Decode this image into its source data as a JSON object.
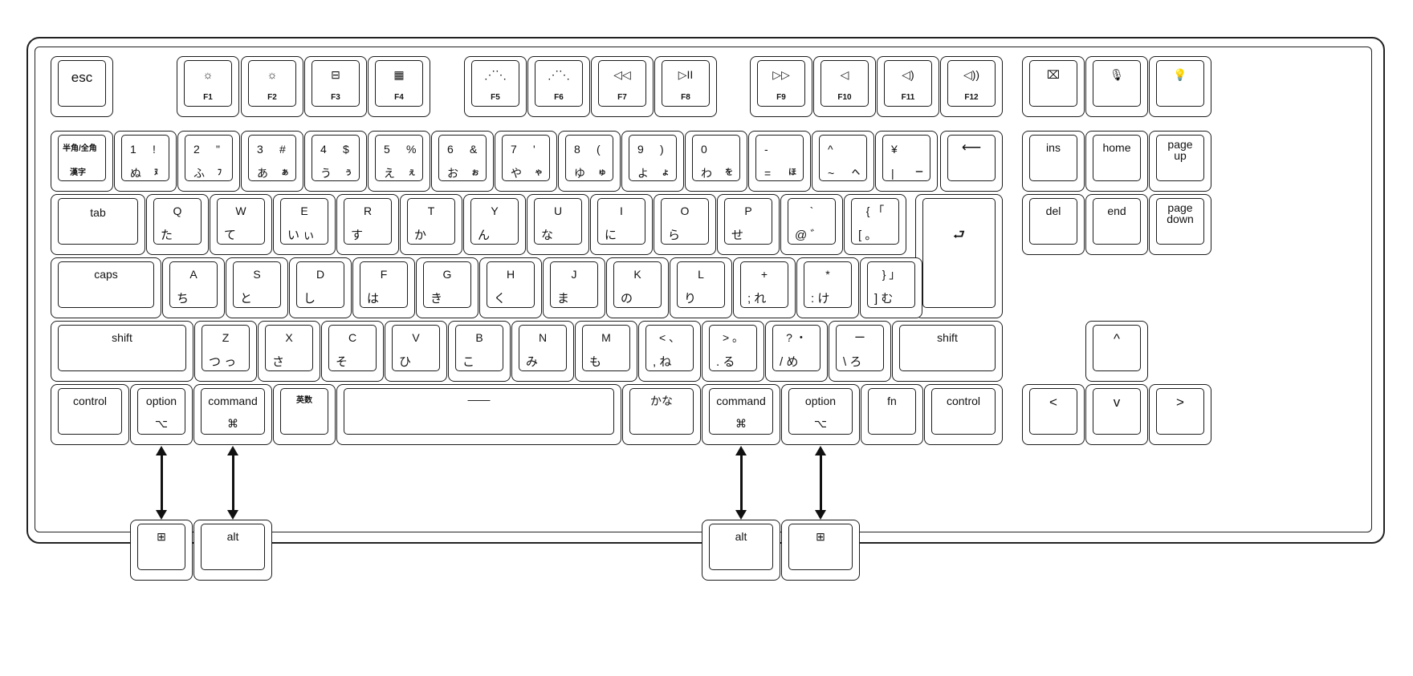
{
  "keys": {
    "esc": "esc",
    "f1": {
      "icon": "☼",
      "label": "F1"
    },
    "f2": {
      "icon": "☼",
      "label": "F2"
    },
    "f3": {
      "icon": "⊟",
      "label": "F3"
    },
    "f4": {
      "icon": "▦",
      "label": "F4"
    },
    "f5": {
      "icon": "⋰⋱",
      "label": "F5"
    },
    "f6": {
      "icon": "⋰⋱",
      "label": "F6"
    },
    "f7": {
      "icon": "◁◁",
      "label": "F7"
    },
    "f8": {
      "icon": "▷II",
      "label": "F8"
    },
    "f9": {
      "icon": "▷▷",
      "label": "F9"
    },
    "f10": {
      "icon": "◁",
      "label": "F10"
    },
    "f11": {
      "icon": "◁)",
      "label": "F11"
    },
    "f12": {
      "icon": "◁))",
      "label": "F12"
    },
    "screenshot": "⌧",
    "mic": "🎙",
    "light": "💡",
    "hankaku": {
      "a": "半角/全角",
      "b": "漢字"
    },
    "num": [
      {
        "a": "1",
        "b": "!",
        "c": "ぬ",
        "d": "ﾇ"
      },
      {
        "a": "2",
        "b": "\"",
        "c": "ふ",
        "d": "ﾌ"
      },
      {
        "a": "3",
        "b": "#",
        "c": "あ",
        "d": "ぁ"
      },
      {
        "a": "4",
        "b": "$",
        "c": "う",
        "d": "ぅ"
      },
      {
        "a": "5",
        "b": "%",
        "c": "え",
        "d": "ぇ"
      },
      {
        "a": "6",
        "b": "&",
        "c": "お",
        "d": "ぉ"
      },
      {
        "a": "7",
        "b": "'",
        "c": "や",
        "d": "ゃ"
      },
      {
        "a": "8",
        "b": "(",
        "c": "ゆ",
        "d": "ゅ"
      },
      {
        "a": "9",
        "b": ")",
        "c": "よ",
        "d": "ょ"
      },
      {
        "a": "0",
        "b": "",
        "c": "わ",
        "d": "を"
      },
      {
        "a": "-",
        "b": "",
        "c": "=",
        "d": "ほ"
      },
      {
        "a": "^",
        "b": "",
        "c": "~",
        "d": "へ"
      },
      {
        "a": "¥",
        "b": "",
        "c": "|",
        "d": "ー"
      }
    ],
    "backspace": "⟵",
    "ins": "ins",
    "home": "home",
    "pageup": "page\nup",
    "tab": "tab",
    "qrow": [
      {
        "a": "Q",
        "c": "た"
      },
      {
        "a": "W",
        "c": "て"
      },
      {
        "a": "E",
        "c": "い ぃ"
      },
      {
        "a": "R",
        "c": "す"
      },
      {
        "a": "T",
        "c": "か"
      },
      {
        "a": "Y",
        "c": "ん"
      },
      {
        "a": "U",
        "c": "な"
      },
      {
        "a": "I",
        "c": "に"
      },
      {
        "a": "O",
        "c": "ら"
      },
      {
        "a": "P",
        "c": "せ"
      },
      {
        "a": "`",
        "c": "@ ゛"
      },
      {
        "a": "{  「",
        "c": "[  。"
      }
    ],
    "enter": "⮐",
    "del": "del",
    "end": "end",
    "pagedown": "page\ndown",
    "caps": "caps",
    "arow": [
      {
        "a": "A",
        "c": "ち"
      },
      {
        "a": "S",
        "c": "と"
      },
      {
        "a": "D",
        "c": "し"
      },
      {
        "a": "F",
        "c": "は"
      },
      {
        "a": "G",
        "c": "き"
      },
      {
        "a": "H",
        "c": "く"
      },
      {
        "a": "J",
        "c": "ま"
      },
      {
        "a": "K",
        "c": "の"
      },
      {
        "a": "L",
        "c": "り"
      },
      {
        "a": "+",
        "c": ";  れ"
      },
      {
        "a": "*",
        "c": ":  け"
      },
      {
        "a": "}  」",
        "c": "]  む"
      }
    ],
    "shift_l": "shift",
    "zrow": [
      {
        "a": "Z",
        "c": "つ っ"
      },
      {
        "a": "X",
        "c": "さ"
      },
      {
        "a": "C",
        "c": "そ"
      },
      {
        "a": "V",
        "c": "ひ"
      },
      {
        "a": "B",
        "c": "こ"
      },
      {
        "a": "N",
        "c": "み"
      },
      {
        "a": "M",
        "c": "も"
      },
      {
        "a": "<  、",
        "c": ",  ね"
      },
      {
        "a": ">  。",
        "c": ".  る"
      },
      {
        "a": "?  ・",
        "c": "/  め"
      },
      {
        "a": "ー",
        "c": "\\  ろ"
      }
    ],
    "shift_r": "shift",
    "up": "^",
    "control_l": "control",
    "option_l": {
      "a": "option",
      "b": "⌥"
    },
    "command_l": {
      "a": "command",
      "b": "⌘"
    },
    "eisu": "英数",
    "space": "——",
    "kana": "かな",
    "command_r": {
      "a": "command",
      "b": "⌘"
    },
    "option_r": {
      "a": "option",
      "b": "⌥"
    },
    "fn": "fn",
    "control_r": "control",
    "left": "<",
    "down": "v",
    "right": ">"
  },
  "windows_keys": {
    "win_l": "⊞",
    "alt_l": "alt",
    "alt_r": "alt",
    "win_r": "⊞"
  }
}
